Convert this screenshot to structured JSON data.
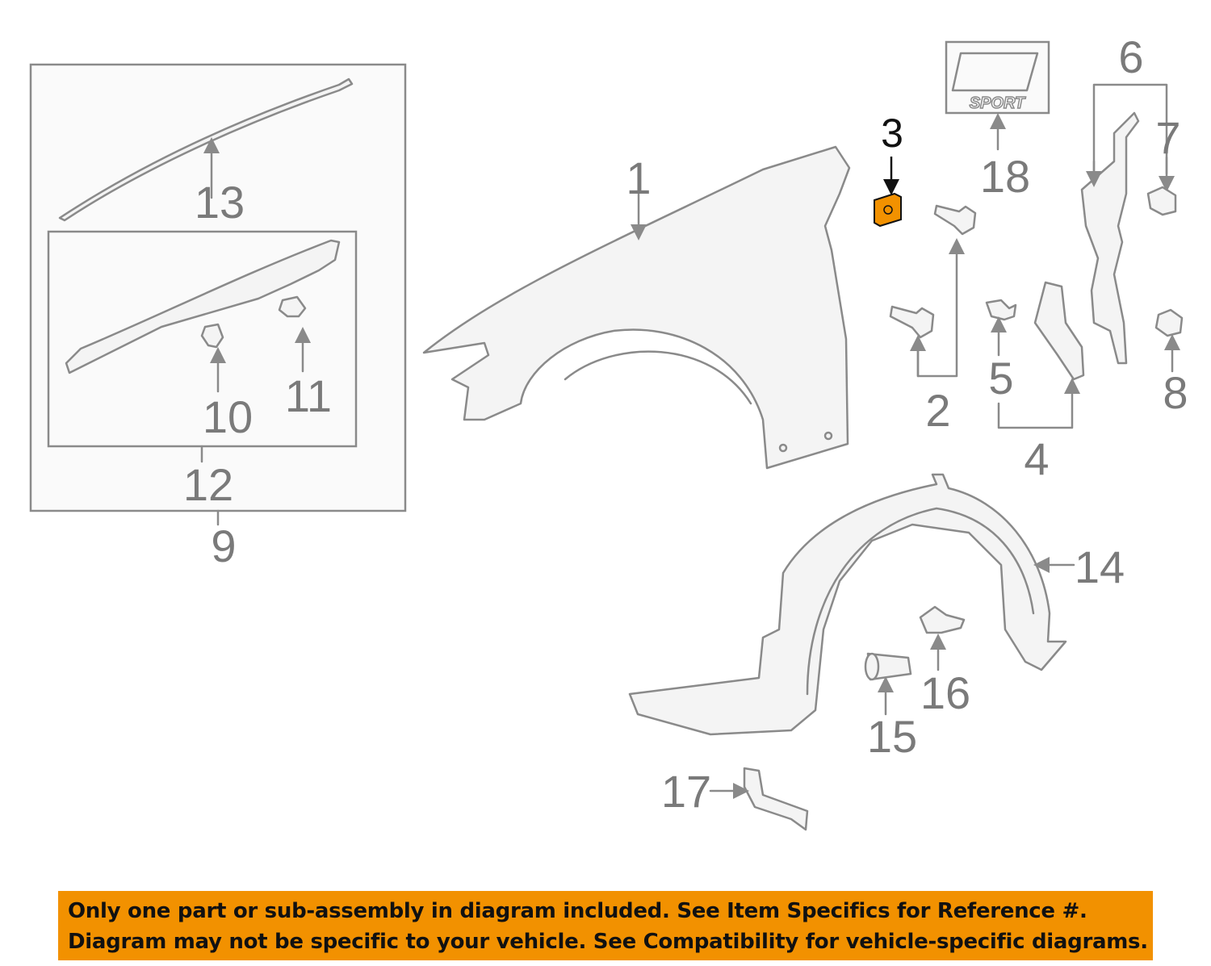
{
  "diagram": {
    "callouts": {
      "c1": "1",
      "c2": "2",
      "c3": "3",
      "c4": "4",
      "c5": "5",
      "c6": "6",
      "c7": "7",
      "c8": "8",
      "c9": "9",
      "c10": "10",
      "c11": "11",
      "c12": "12",
      "c13": "13",
      "c14": "14",
      "c15": "15",
      "c16": "16",
      "c17": "17",
      "c18": "18"
    },
    "highlighted_part": "3",
    "highlight_color": "#f29100",
    "emblem_text": "SPORT"
  },
  "banner": {
    "line1": "Only one part or sub-assembly in diagram included. See Item Specifics for Reference #.",
    "line2": "Diagram may not be specific to your vehicle. See Compatibility for vehicle-specific diagrams.",
    "color": "#f29100"
  }
}
